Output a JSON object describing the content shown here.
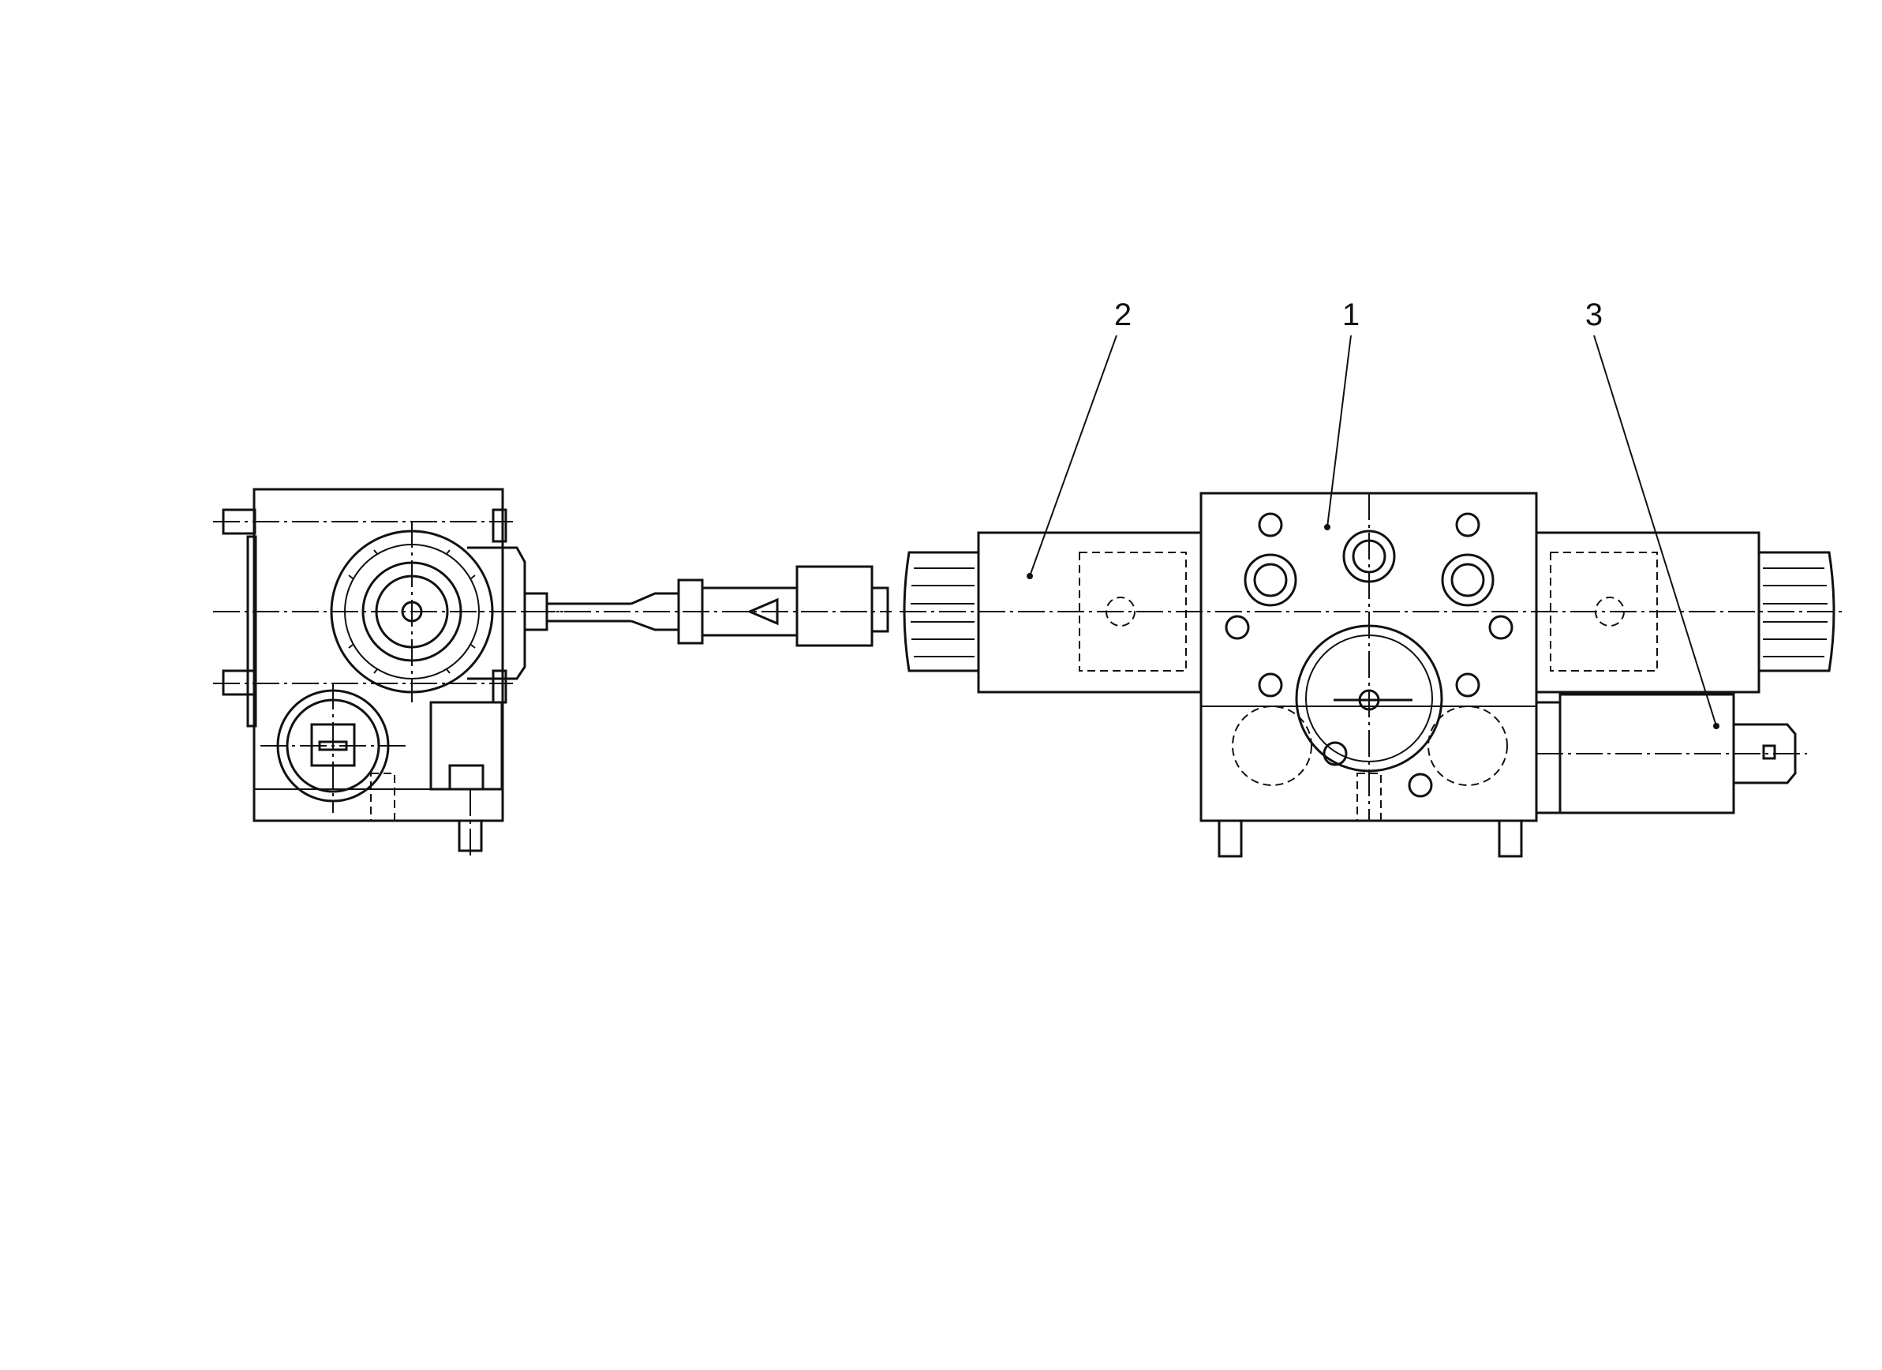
{
  "figure": {
    "callouts": [
      {
        "id": "callout-1",
        "label": "1"
      },
      {
        "id": "callout-2",
        "label": "2"
      },
      {
        "id": "callout-3",
        "label": "3"
      }
    ]
  },
  "colors": {
    "line": "#111111",
    "background": "#ffffff"
  }
}
